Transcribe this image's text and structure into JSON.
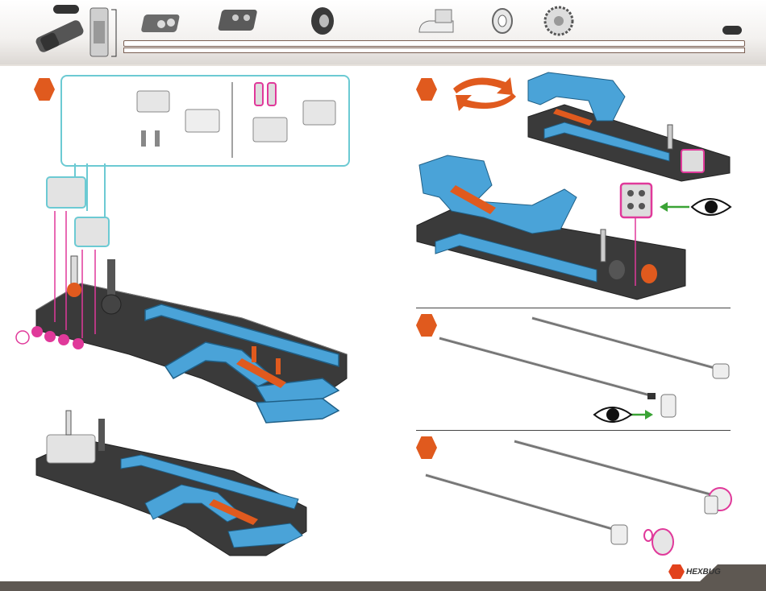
{
  "brand": {
    "logo_text": "HEXBUG"
  },
  "parts_bar": {
    "icons": [
      "axle-connector-part",
      "double-pin-part",
      "slotted-block-part",
      "square-hub-part",
      "round-spacer-part",
      "angled-connector-part",
      "washer-part",
      "bevel-gear-part"
    ]
  },
  "steps": [
    {
      "id": "step-a",
      "kind": "assembly"
    },
    {
      "id": "step-b",
      "kind": "rotate-and-view"
    },
    {
      "id": "step-c",
      "kind": "axle-insert"
    },
    {
      "id": "step-d",
      "kind": "gear-attach"
    }
  ],
  "colors": {
    "accent": "#e05a1e",
    "blue": "#4aa3d8",
    "cyan": "#6ccad3",
    "magenta": "#e0399a",
    "dark": "#3a3a3a",
    "green": "#3aa335",
    "footer": "#5e5852"
  },
  "icons": [
    "eye-icon",
    "eye-icon",
    "rotate-arrows-icon"
  ]
}
